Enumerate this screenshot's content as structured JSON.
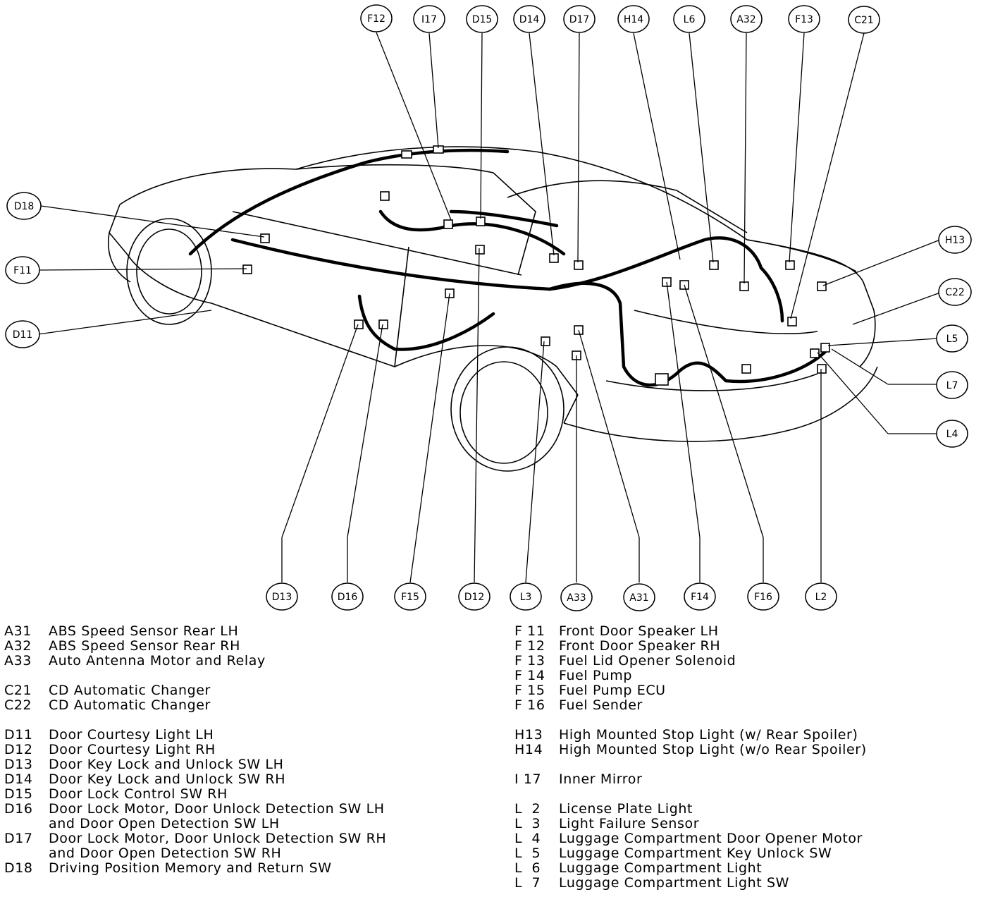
{
  "diagram": {
    "callouts_top": [
      "F12",
      "I17",
      "D15",
      "D14",
      "D17",
      "H14",
      "L6",
      "A32",
      "F13",
      "C21"
    ],
    "callouts_left": [
      "D18",
      "F11",
      "D11"
    ],
    "callouts_right": [
      "H13",
      "C22",
      "L5",
      "L7",
      "L4"
    ],
    "callouts_bottom": [
      "D13",
      "D16",
      "F15",
      "D12",
      "L3",
      "A33",
      "A31",
      "F14",
      "F16",
      "L2"
    ],
    "line_color": "#000000"
  },
  "legend": {
    "left": [
      {
        "code": "A31",
        "desc": "ABS Speed Sensor Rear LH"
      },
      {
        "code": "A32",
        "desc": "ABS Speed Sensor Rear RH"
      },
      {
        "code": "A33",
        "desc": "Auto Antenna Motor and Relay"
      },
      {
        "code": "C21",
        "desc": "CD Automatic Changer"
      },
      {
        "code": "C22",
        "desc": "CD Automatic Changer"
      },
      {
        "code": "D11",
        "desc": "Door Courtesy Light LH"
      },
      {
        "code": "D12",
        "desc": "Door Courtesy Light RH"
      },
      {
        "code": "D13",
        "desc": "Door Key Lock and Unlock SW LH"
      },
      {
        "code": "D14",
        "desc": "Door Key Lock and Unlock SW RH"
      },
      {
        "code": "D15",
        "desc": "Door Lock Control SW RH"
      },
      {
        "code": "D16",
        "desc": "Door Lock Motor, Door Unlock Detection SW LH"
      },
      {
        "code": "",
        "desc": "and Door Open Detection SW LH"
      },
      {
        "code": "D17",
        "desc": "Door Lock Motor, Door Unlock Detection SW RH"
      },
      {
        "code": "",
        "desc": "and Door Open Detection SW RH"
      },
      {
        "code": "D18",
        "desc": "Driving Position Memory and Return SW"
      }
    ],
    "right": [
      {
        "code": "F 11",
        "desc": "Front Door Speaker LH"
      },
      {
        "code": "F 12",
        "desc": "Front Door Speaker RH"
      },
      {
        "code": "F 13",
        "desc": "Fuel Lid Opener Solenoid"
      },
      {
        "code": "F 14",
        "desc": "Fuel Pump"
      },
      {
        "code": "F 15",
        "desc": "Fuel Pump ECU"
      },
      {
        "code": "F 16",
        "desc": "Fuel Sender"
      },
      {
        "code": "H13",
        "desc": "High Mounted Stop Light (w/ Rear Spoiler)"
      },
      {
        "code": "H14",
        "desc": "High Mounted Stop Light (w/o Rear Spoiler)"
      },
      {
        "code": "I 17",
        "desc": "Inner Mirror"
      },
      {
        "code": "L  2",
        "desc": "License Plate Light"
      },
      {
        "code": "L  3",
        "desc": "Light Failure Sensor"
      },
      {
        "code": "L  4",
        "desc": "Luggage Compartment Door Opener Motor"
      },
      {
        "code": "L  5",
        "desc": "Luggage Compartment Key Unlock SW"
      },
      {
        "code": "L  6",
        "desc": "Luggage Compartment Light"
      },
      {
        "code": "L  7",
        "desc": "Luggage Compartment Light SW"
      }
    ]
  }
}
